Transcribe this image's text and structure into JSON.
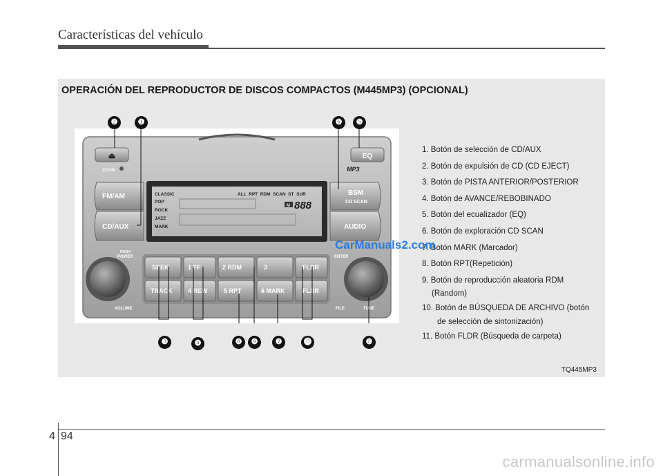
{
  "header": {
    "title": "Características del vehículo"
  },
  "section": {
    "title": "OPERACIÓN DEL REPRODUCTOR DE DISCOS COMPACTOS (M445MP3) (OPCIONAL)"
  },
  "figure_code": "TQ445MP3",
  "items": [
    {
      "text": "1. Botón de selección de CD/AUX"
    },
    {
      "text": "2. Botón de expulsión de CD (CD EJECT)"
    },
    {
      "text": "3. Botón de PISTA ANTERIOR/POSTERIOR"
    },
    {
      "text": "4. Botón de AVANCE/REBOBINADO"
    },
    {
      "text": "5. Botón del ecualizador (EQ)"
    },
    {
      "text": "6. Botón de exploración CD SCAN"
    },
    {
      "text": "7. Botón MARK (Marcador)"
    },
    {
      "text": "8. Botón RPT(Repetición)"
    },
    {
      "text": "9. Botón de reproducción aleatoria RDM",
      "cont": "(Random)"
    },
    {
      "text": "10. Botón de BÚSQUEDA DE ARCHIVO (botón",
      "cont": "de selección de sintonización)"
    },
    {
      "text": "11. Botón FLDR (Búsqueda de carpeta)"
    }
  ],
  "radio": {
    "eject_symbol": "⏏",
    "cd_in": "CD-IN",
    "eq": "EQ",
    "mp3": "MP3",
    "fm_am": "FM/AM",
    "cd_aux": "CD/AUX",
    "bsm": "BSM",
    "cd_scan": "CD SCAN",
    "audio": "AUDIO",
    "display_eq": [
      "CLASSIC",
      "POP",
      "ROCK",
      "JAZZ",
      "MARK"
    ],
    "display_flags": "ALL  RPT  RDM  SCAN  ST  SUR",
    "display_m": "M",
    "display_digits": "888",
    "push": "PUSH",
    "power": "POWER",
    "volume": "VOLUME",
    "enter": "ENTER",
    "file": "FILE",
    "tune": "TUNE",
    "seek": "SEEK",
    "track": "TRACK",
    "btn_1": "1  FF",
    "btn_2": "2  RDM",
    "btn_3": "3",
    "btn_4": "4  REW",
    "btn_5": "5  RPT",
    "btn_6": "6  MARK",
    "fldr_up": "FLDR",
    "fldr_down": "FLDR"
  },
  "callouts": [
    "❷",
    "❶",
    "❻",
    "❺",
    "❸",
    "❹",
    "❽",
    "❾",
    "❼",
    "⓫",
    "❿"
  ],
  "watermark": "CarManuals2.com",
  "page": {
    "section": "4",
    "number": "94"
  },
  "site_watermark": "carmanualsonline.info"
}
